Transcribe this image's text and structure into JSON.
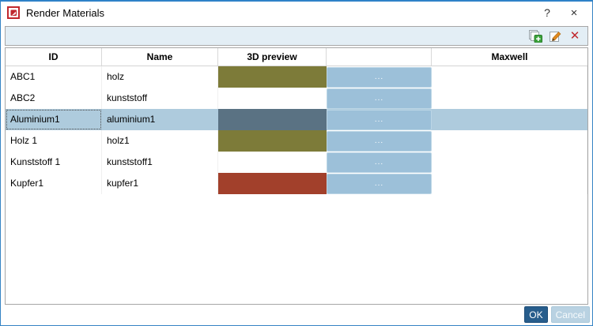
{
  "window": {
    "title": "Render Materials",
    "help_label": "?",
    "close_label": "×"
  },
  "toolbar": {
    "icons": [
      {
        "name": "add-material-icon",
        "glyph": "+"
      },
      {
        "name": "edit-material-icon",
        "glyph": "✎"
      },
      {
        "name": "delete-material-icon",
        "glyph": "✕"
      }
    ]
  },
  "table": {
    "headers": [
      "ID",
      "Name",
      "3D preview",
      "",
      "Maxwell"
    ],
    "rows": [
      {
        "id": "ABC1",
        "name": "holz",
        "preview_color": "#7d7b39",
        "action_label": "...",
        "maxwell": "",
        "selected": false
      },
      {
        "id": "ABC2",
        "name": "kunststoff",
        "preview_color": null,
        "action_label": "...",
        "maxwell": "",
        "selected": false
      },
      {
        "id": "Aluminium1",
        "name": "aluminium1",
        "preview_color": "#5a7283",
        "action_label": "...",
        "maxwell": "",
        "selected": true
      },
      {
        "id": "Holz 1",
        "name": "holz1",
        "preview_color": "#7d7b39",
        "action_label": "...",
        "maxwell": "",
        "selected": false
      },
      {
        "id": "Kunststoff 1",
        "name": "kunststoff1",
        "preview_color": null,
        "action_label": "...",
        "maxwell": "",
        "selected": false
      },
      {
        "id": "Kupfer1",
        "name": "kupfer1",
        "preview_color": "#a2402b",
        "action_label": "...",
        "maxwell": "",
        "selected": false
      }
    ]
  },
  "footer": {
    "ok_label": "OK",
    "cancel_label": "Cancel"
  },
  "colors": {
    "accent_border": "#2e82c8",
    "selection": "#aecbdd",
    "browse_button": "#9cc0d9",
    "ok_button": "#275d8c",
    "cancel_button": "#b9d2e2",
    "toolbar_bg": "#e3eef5",
    "preview_olive": "#7d7b39",
    "preview_slate": "#5a7283",
    "preview_copper": "#a2402b"
  }
}
